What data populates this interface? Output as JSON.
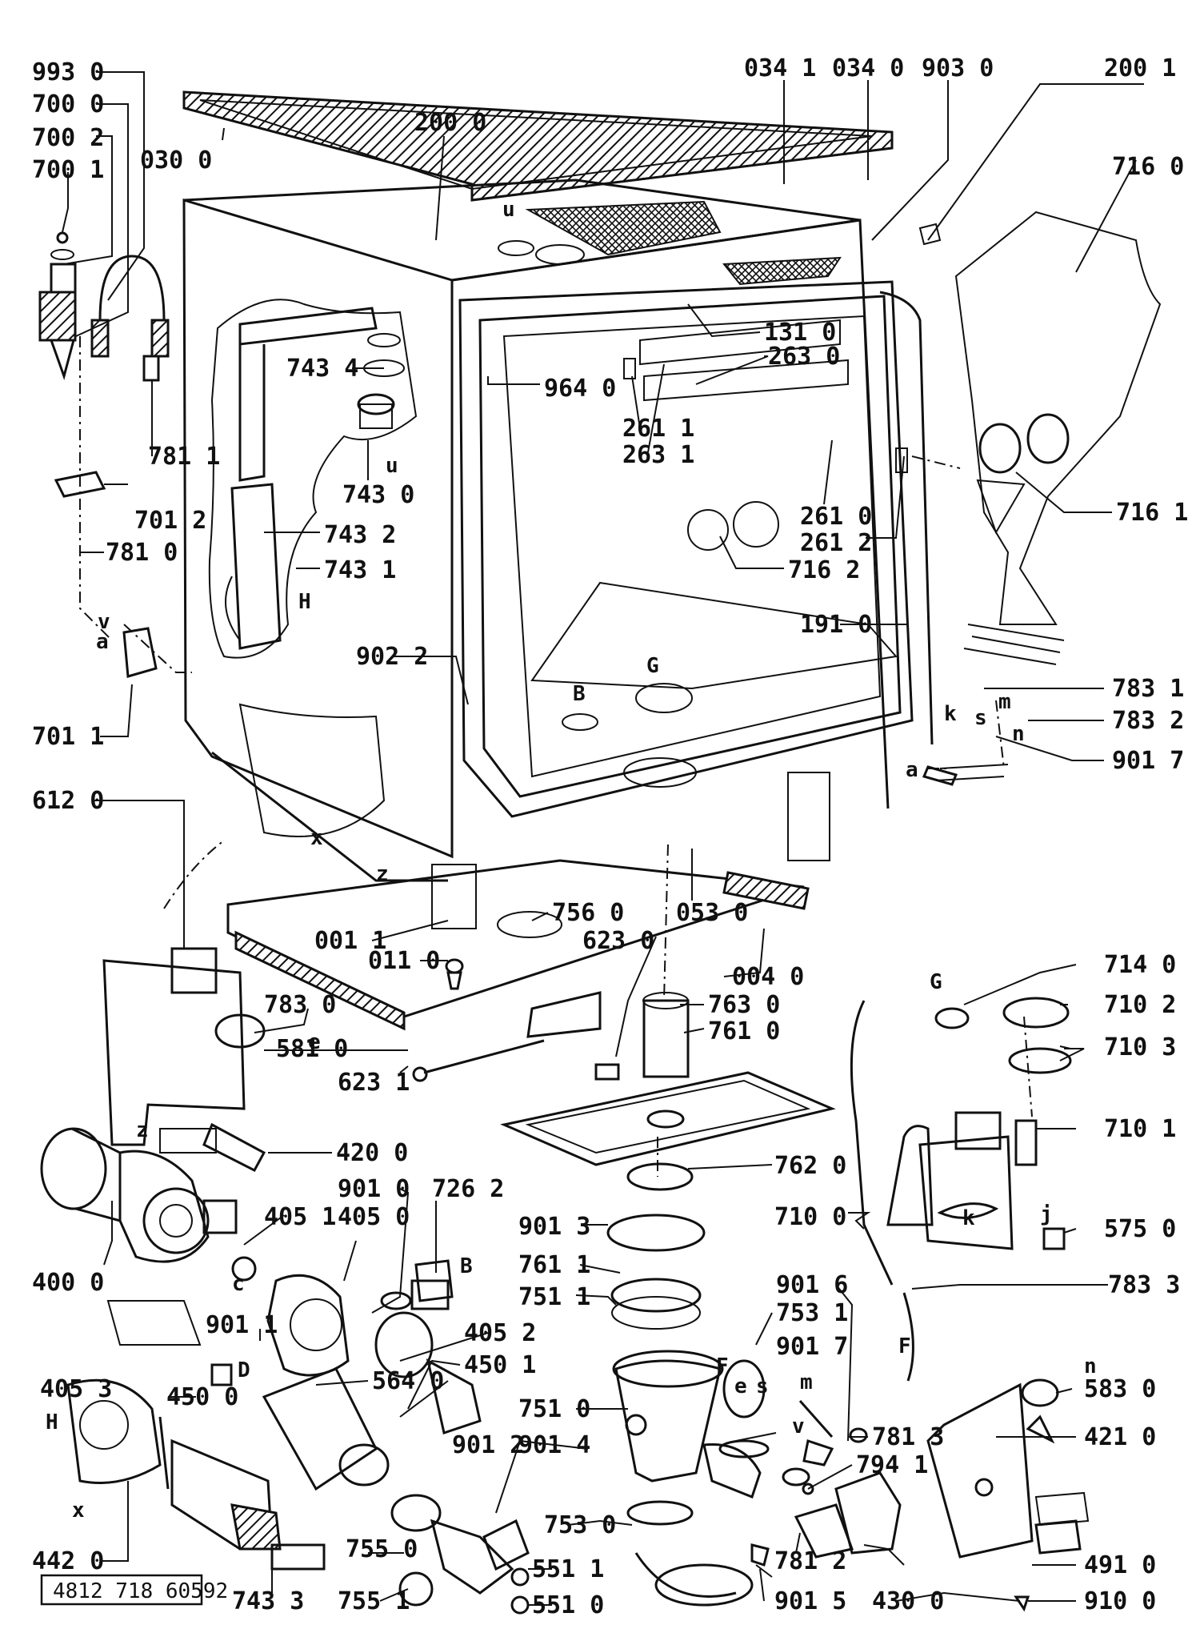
{
  "diagram": {
    "drawing_number": "4812 718 60592",
    "part_labels": [
      "993 0",
      "700 0",
      "700 2",
      "700 1",
      "030 0",
      "200 0",
      "034 1",
      "034 0",
      "903 0",
      "200 1",
      "716 0",
      "131 0",
      "263 0",
      "743 4",
      "964 0",
      "743 0",
      "261 1",
      "263 1",
      "261 0",
      "261 2",
      "716 1",
      "743 2",
      "743 1",
      "716 2",
      "191 0",
      "783 1",
      "783 2",
      "901 7",
      "781 1",
      "701 2",
      "781 0",
      "902 2",
      "701 1",
      "612 0",
      "756 0",
      "053 0",
      "001 1",
      "623 0",
      "011 0",
      "004 0",
      "783 0",
      "763 0",
      "761 0",
      "581 0",
      "623 1",
      "714 0",
      "710 2",
      "710 3",
      "420 0",
      "762 0",
      "710 1",
      "901 0",
      "726 2",
      "405 1",
      "405 0",
      "400 0",
      "901 3",
      "710 0",
      "575 0",
      "761 1",
      "783 3",
      "751 1",
      "901 6",
      "753 1",
      "405 2",
      "901 1",
      "450 1",
      "901 7",
      "405 3",
      "564 0",
      "751 0",
      "450 0",
      "901 4",
      "901 2",
      "781 3",
      "583 0",
      "794 1",
      "421 0",
      "753 0",
      "755 0",
      "442 0",
      "551 1",
      "781 2",
      "491 0",
      "743 3",
      "755 1",
      "551 0",
      "901 5",
      "430 0",
      "910 0"
    ],
    "reference_letters": [
      "u",
      "u",
      "H",
      "v",
      "a",
      "x",
      "z",
      "B",
      "G",
      "k",
      "s",
      "m",
      "n",
      "a",
      "G",
      "e",
      "z",
      "c",
      "B",
      "D",
      "F",
      "e",
      "s",
      "m",
      "v",
      "j",
      "k",
      "F",
      "H",
      "x",
      "n"
    ]
  }
}
